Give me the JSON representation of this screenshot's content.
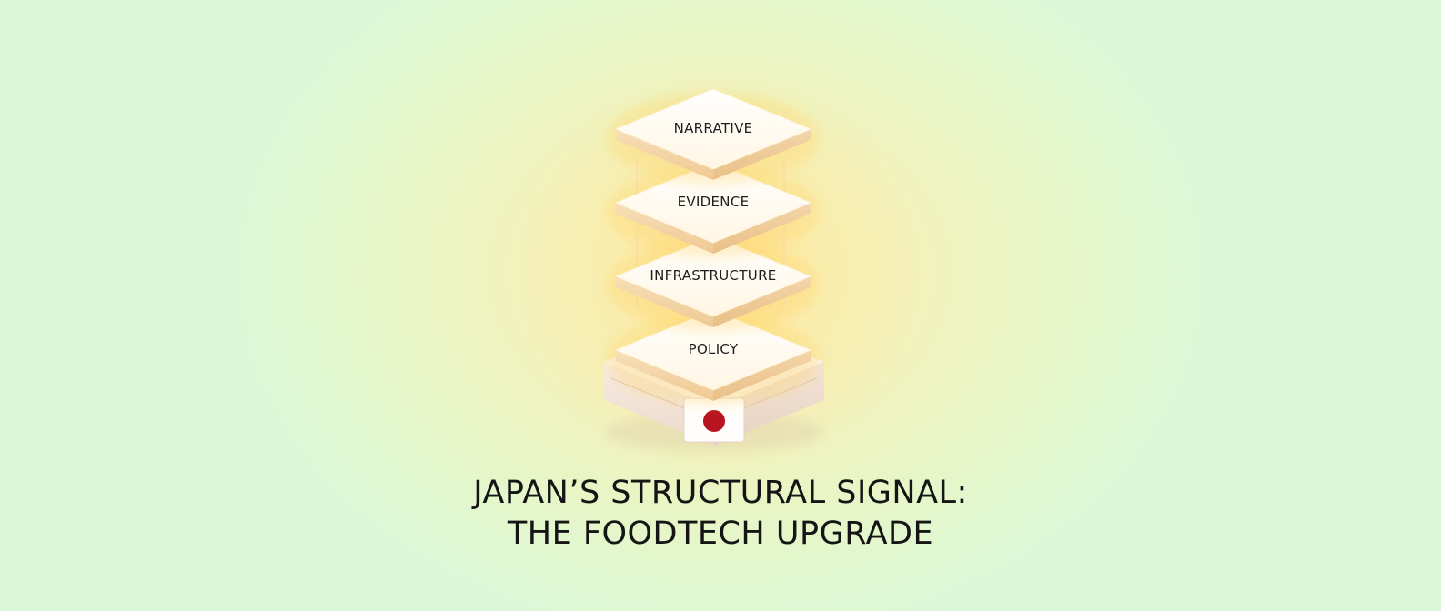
{
  "diagram": {
    "layers": [
      {
        "id": "narrative",
        "label": "NARRATIVE"
      },
      {
        "id": "evidence",
        "label": "EVIDENCE"
      },
      {
        "id": "infrastructure",
        "label": "INFRASTRUCTURE"
      },
      {
        "id": "policy",
        "label": "POLICY"
      }
    ],
    "base": {
      "emblem": "japan-flag-icon",
      "emblem_color": "#b8141f"
    }
  },
  "title": {
    "line1": "JAPAN’S STRUCTURAL SIGNAL:",
    "line2": "THE FOODTECH UPGRADE"
  },
  "colors": {
    "background": "#e2f7d0",
    "glow": "#fbe9a6",
    "tile_top": "#fffdf6",
    "tile_side": "#f3d9b0",
    "base_body": "#f4e6dc"
  }
}
